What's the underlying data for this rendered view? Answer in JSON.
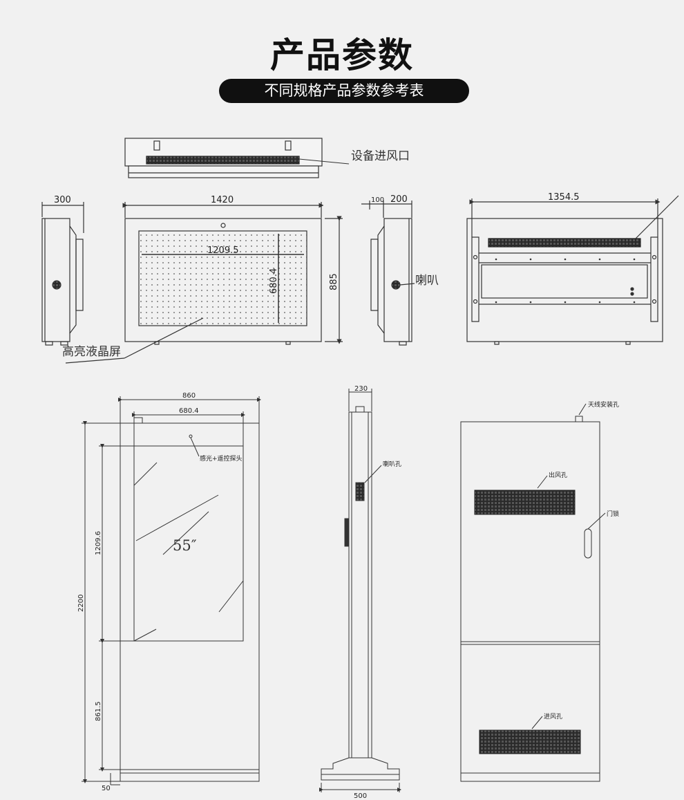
{
  "header": {
    "title": "产品参数",
    "subtitle": "不同规格产品参数参考表"
  },
  "top_views": {
    "top_view": {
      "callout_intake": "设备进风口"
    },
    "left_side": {
      "dim_depth": "300"
    },
    "front": {
      "dim_width": "1420",
      "dim_screen_w": "1209.5",
      "dim_screen_h": "680.4",
      "dim_height": "885",
      "callout_screen": "高亮液晶屏"
    },
    "right_side": {
      "dim_a": "100",
      "dim_b": "200",
      "callout_speaker": "喇叭"
    },
    "back": {
      "dim_width": "1354.5"
    }
  },
  "kiosk_views": {
    "front": {
      "dim_width": "860",
      "dim_screen_w": "680.4",
      "dim_screen_h": "1209.6",
      "dim_total_h": "2200",
      "dim_lower": "861.5",
      "dim_base": "50",
      "screen_size": "55″",
      "callout_sensor": "感光+遥控探头"
    },
    "side": {
      "dim_top": "230",
      "dim_base": "500",
      "callout_speaker": "喇叭孔"
    },
    "back": {
      "callout_antenna": "天线安装孔",
      "callout_outlet": "出风孔",
      "callout_lock": "门锁",
      "callout_inlet": "进风孔"
    }
  }
}
